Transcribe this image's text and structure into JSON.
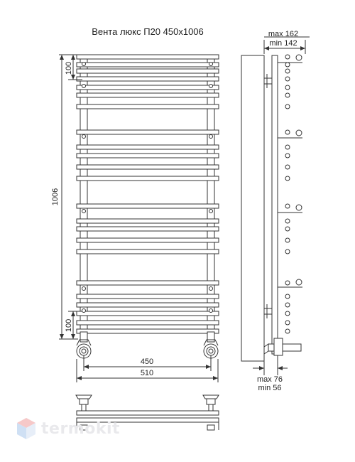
{
  "title": "Вента люкс П20 450x1006",
  "dimensions": {
    "height_total": "1006",
    "top_offset": "100",
    "bottom_offset": "100",
    "axis_width": "450",
    "overall_width": "510",
    "depth_max": "max 162",
    "depth_min": "min 142",
    "wall_max": "max 76",
    "wall_min": "min 56"
  },
  "logo": {
    "text": "termokit"
  },
  "colors": {
    "line": "#333333",
    "logo_text": "#e9e9ec",
    "logo_cube_top": "#f6c8c8",
    "logo_cube_left": "#cfe0f4",
    "logo_cube_right": "#e7eef8"
  }
}
